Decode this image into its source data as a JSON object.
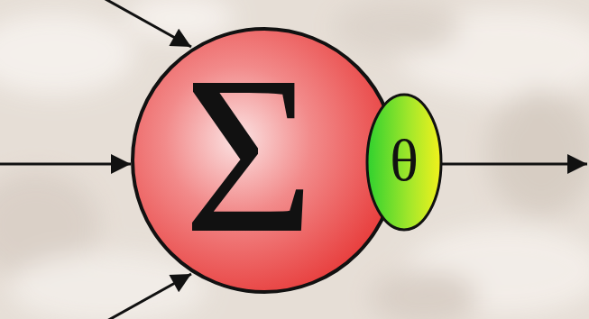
{
  "diagram": {
    "nodes": [
      {
        "text": [
          "Σ"
        ]
      },
      {
        "text": [
          "θ"
        ],
        "in": 0
      }
    ]
  }
}
